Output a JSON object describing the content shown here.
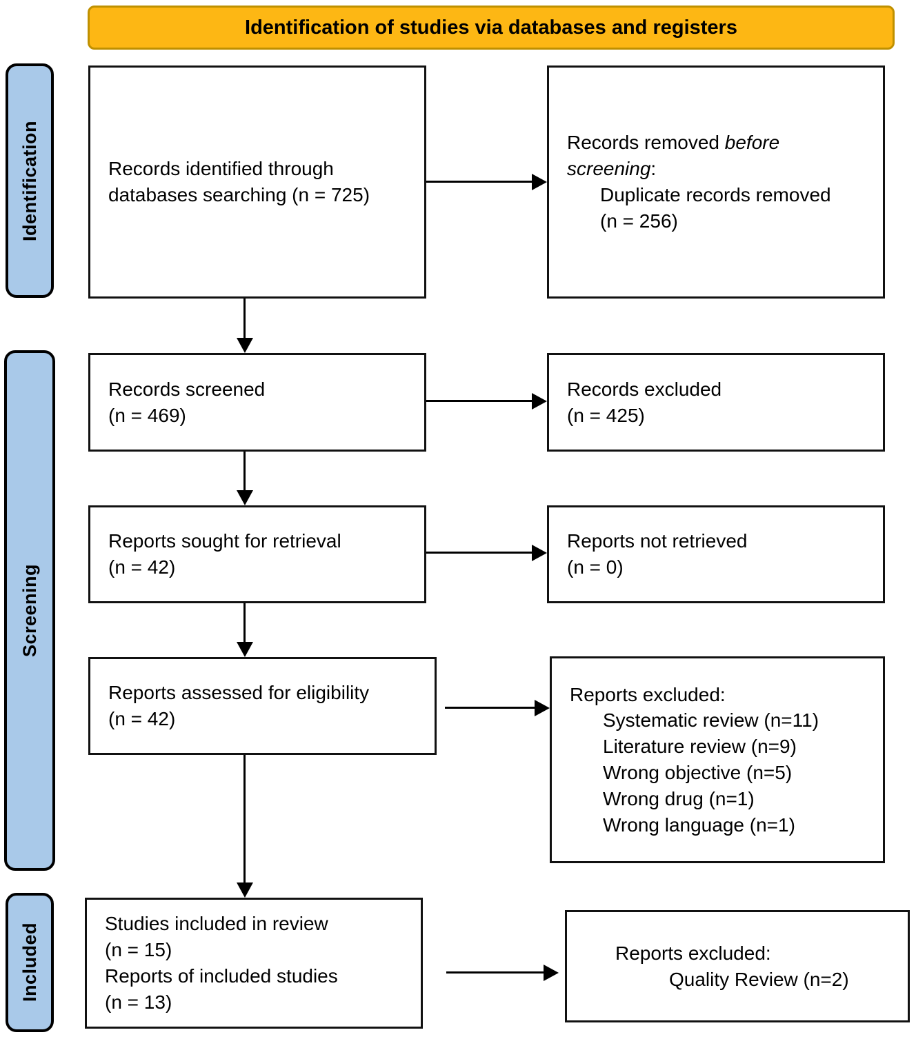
{
  "banner": {
    "title": "Identification of studies via databases and registers"
  },
  "sidebar": {
    "identification": "Identification",
    "screening": "Screening",
    "included": "Included"
  },
  "boxes": {
    "identified": {
      "text": "Records identified through\ndatabases searching (n = 725)"
    },
    "removed": {
      "line1_normal": "Records removed ",
      "line1_italic": "before",
      "line2_italic": "screening",
      "line2_normal": ":",
      "detail": "Duplicate records removed\n(n = 256)"
    },
    "screened": {
      "text": "Records screened\n(n = 469)"
    },
    "records_excluded": {
      "text": "Records excluded\n(n = 425)"
    },
    "sought": {
      "text": "Reports sought for retrieval\n(n = 42)"
    },
    "not_retrieved": {
      "text": "Reports not retrieved\n(n = 0)"
    },
    "assessed": {
      "text": "Reports assessed for eligibility\n(n = 42)"
    },
    "reports_excluded": {
      "title": "Reports excluded:",
      "items": [
        "Systematic review (n=11)",
        "Literature review (n=9)",
        "Wrong objective (n=5)",
        "Wrong drug (n=1)",
        "Wrong language (n=1)"
      ]
    },
    "included_studies": {
      "text": "Studies included in review\n(n = 15)\nReports of included studies\n(n = 13)"
    },
    "quality": {
      "title": "Reports excluded:",
      "item": "Quality Review (n=2)"
    }
  },
  "colors": {
    "banner_fill": "#FDB714",
    "banner_border": "#BF9000",
    "sidebar_fill": "#A9C9E9",
    "box_border": "#111111",
    "arrow": "#000000"
  }
}
